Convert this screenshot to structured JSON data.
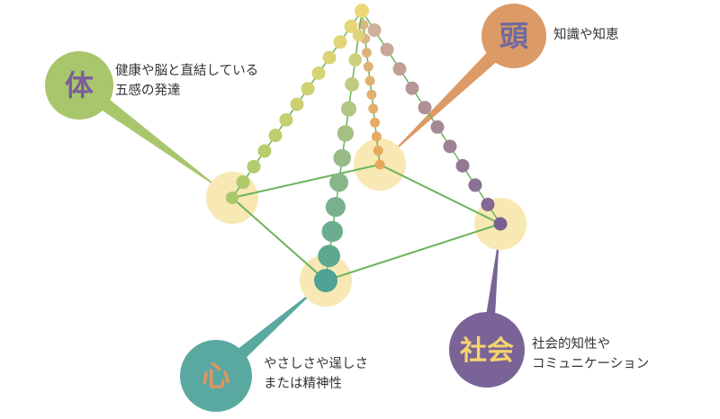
{
  "nodes": {
    "body": {
      "label": "体",
      "line1": "健康や脳と直結している",
      "line2": "五感の発達",
      "color": "#a8c66c",
      "text_color": "#7a5f99",
      "chain_end": "#a9c86a"
    },
    "head": {
      "label": "頭",
      "line1": "知識や知恵",
      "color": "#dc9a66",
      "text_color": "#6e6a9e",
      "chain_end": "#e8a85a"
    },
    "heart": {
      "label": "心",
      "line1": "やさしさや逞しさ",
      "line2": "または精神性",
      "color": "#5aa9a1",
      "text_color": "#e09560",
      "chain_end": "#4fa394"
    },
    "society": {
      "label": "社会",
      "line1": "社会的知性や",
      "line2": "コミュニケーション",
      "color": "#7a6497",
      "text_color": "#f5d46e",
      "chain_end": "#7b6193"
    }
  },
  "colors": {
    "link": "#6bb35a",
    "halo": "#f8e8b4",
    "apex": "#ecd878"
  }
}
